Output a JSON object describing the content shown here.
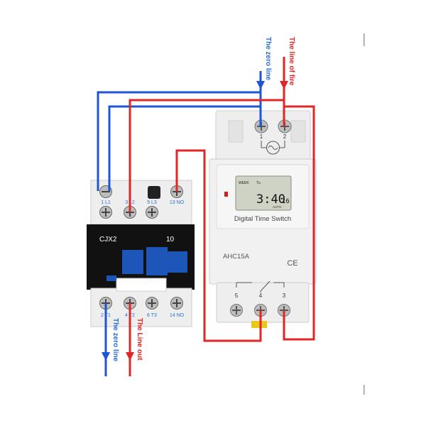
{
  "colors": {
    "zero_wire": "#1e55d6",
    "fire_wire": "#e02626",
    "zero_text": "#2a6fd6",
    "fire_text": "#e02626",
    "contactor_body": "#111111",
    "contactor_blue": "#1e56b8",
    "switch_body": "#ededed"
  },
  "labels": {
    "zero_in": "The zero line",
    "fire_in": "The line of fire",
    "zero_out": "The zero line",
    "line_out": "The Line out"
  },
  "contactor": {
    "model": "CJX2",
    "rating": "10",
    "top_terminals": [
      "1 L1",
      "3 L2",
      "5 L3",
      "13 NO"
    ],
    "bottom_terminals": [
      "2 T1",
      "4 T2",
      "6 T3",
      "14 NO"
    ],
    "icons": [
      "terminal-screw-icon"
    ]
  },
  "timer": {
    "title": "Digital Time Switch",
    "model": "AHC15A",
    "mark": "CE",
    "top_terminals": [
      "1",
      "2"
    ],
    "bottom_terminals": [
      "5",
      "4",
      "3"
    ],
    "lcd": {
      "left": "WEEK",
      "mid": "Tu",
      "time": "3:40",
      "seconds": "16",
      "mode": "AUTO"
    },
    "icons": [
      "ac-supply-icon",
      "relay-contact-icon"
    ]
  }
}
